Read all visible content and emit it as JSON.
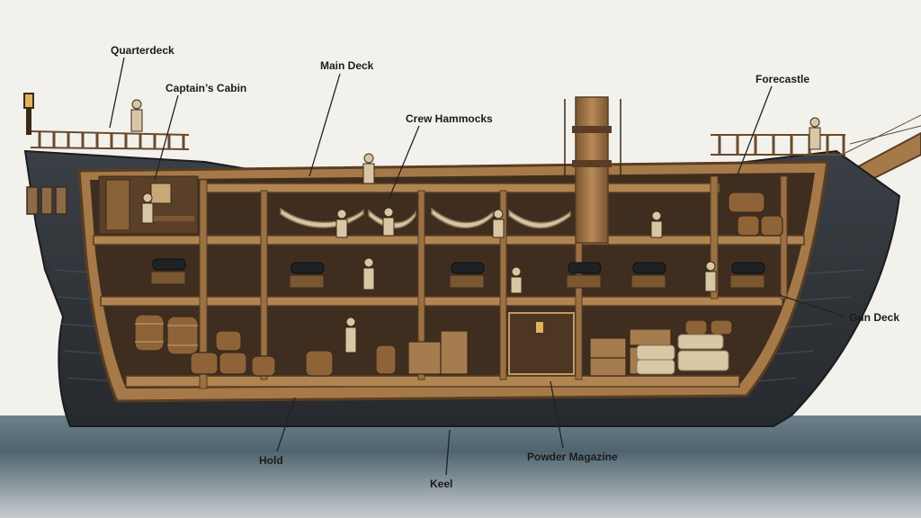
{
  "labels": {
    "quarterdeck": "Quarterdeck",
    "captains_cabin": "Captain’s Cabin",
    "main_deck": "Main Deck",
    "crew_hammocks": "Crew Hammocks",
    "forecastle": "Forecastle",
    "gun_deck": "Gun Deck",
    "hold": "Hold",
    "keel": "Keel",
    "powder_magazine": "Powder Magazine"
  },
  "colors": {
    "background": "#f3f1ec",
    "sea": "#4f6470",
    "hull_dark": "#2d3238",
    "wood": "#a57a48",
    "wood_dark": "#6b4a2b",
    "interior": "#3f2e1f",
    "label_text": "#1b1b1b"
  },
  "icons": [
    "cannon-icon",
    "barrel-icon",
    "crate-icon",
    "hammock-icon",
    "crew-figure-icon",
    "lantern-icon",
    "mast-icon"
  ]
}
